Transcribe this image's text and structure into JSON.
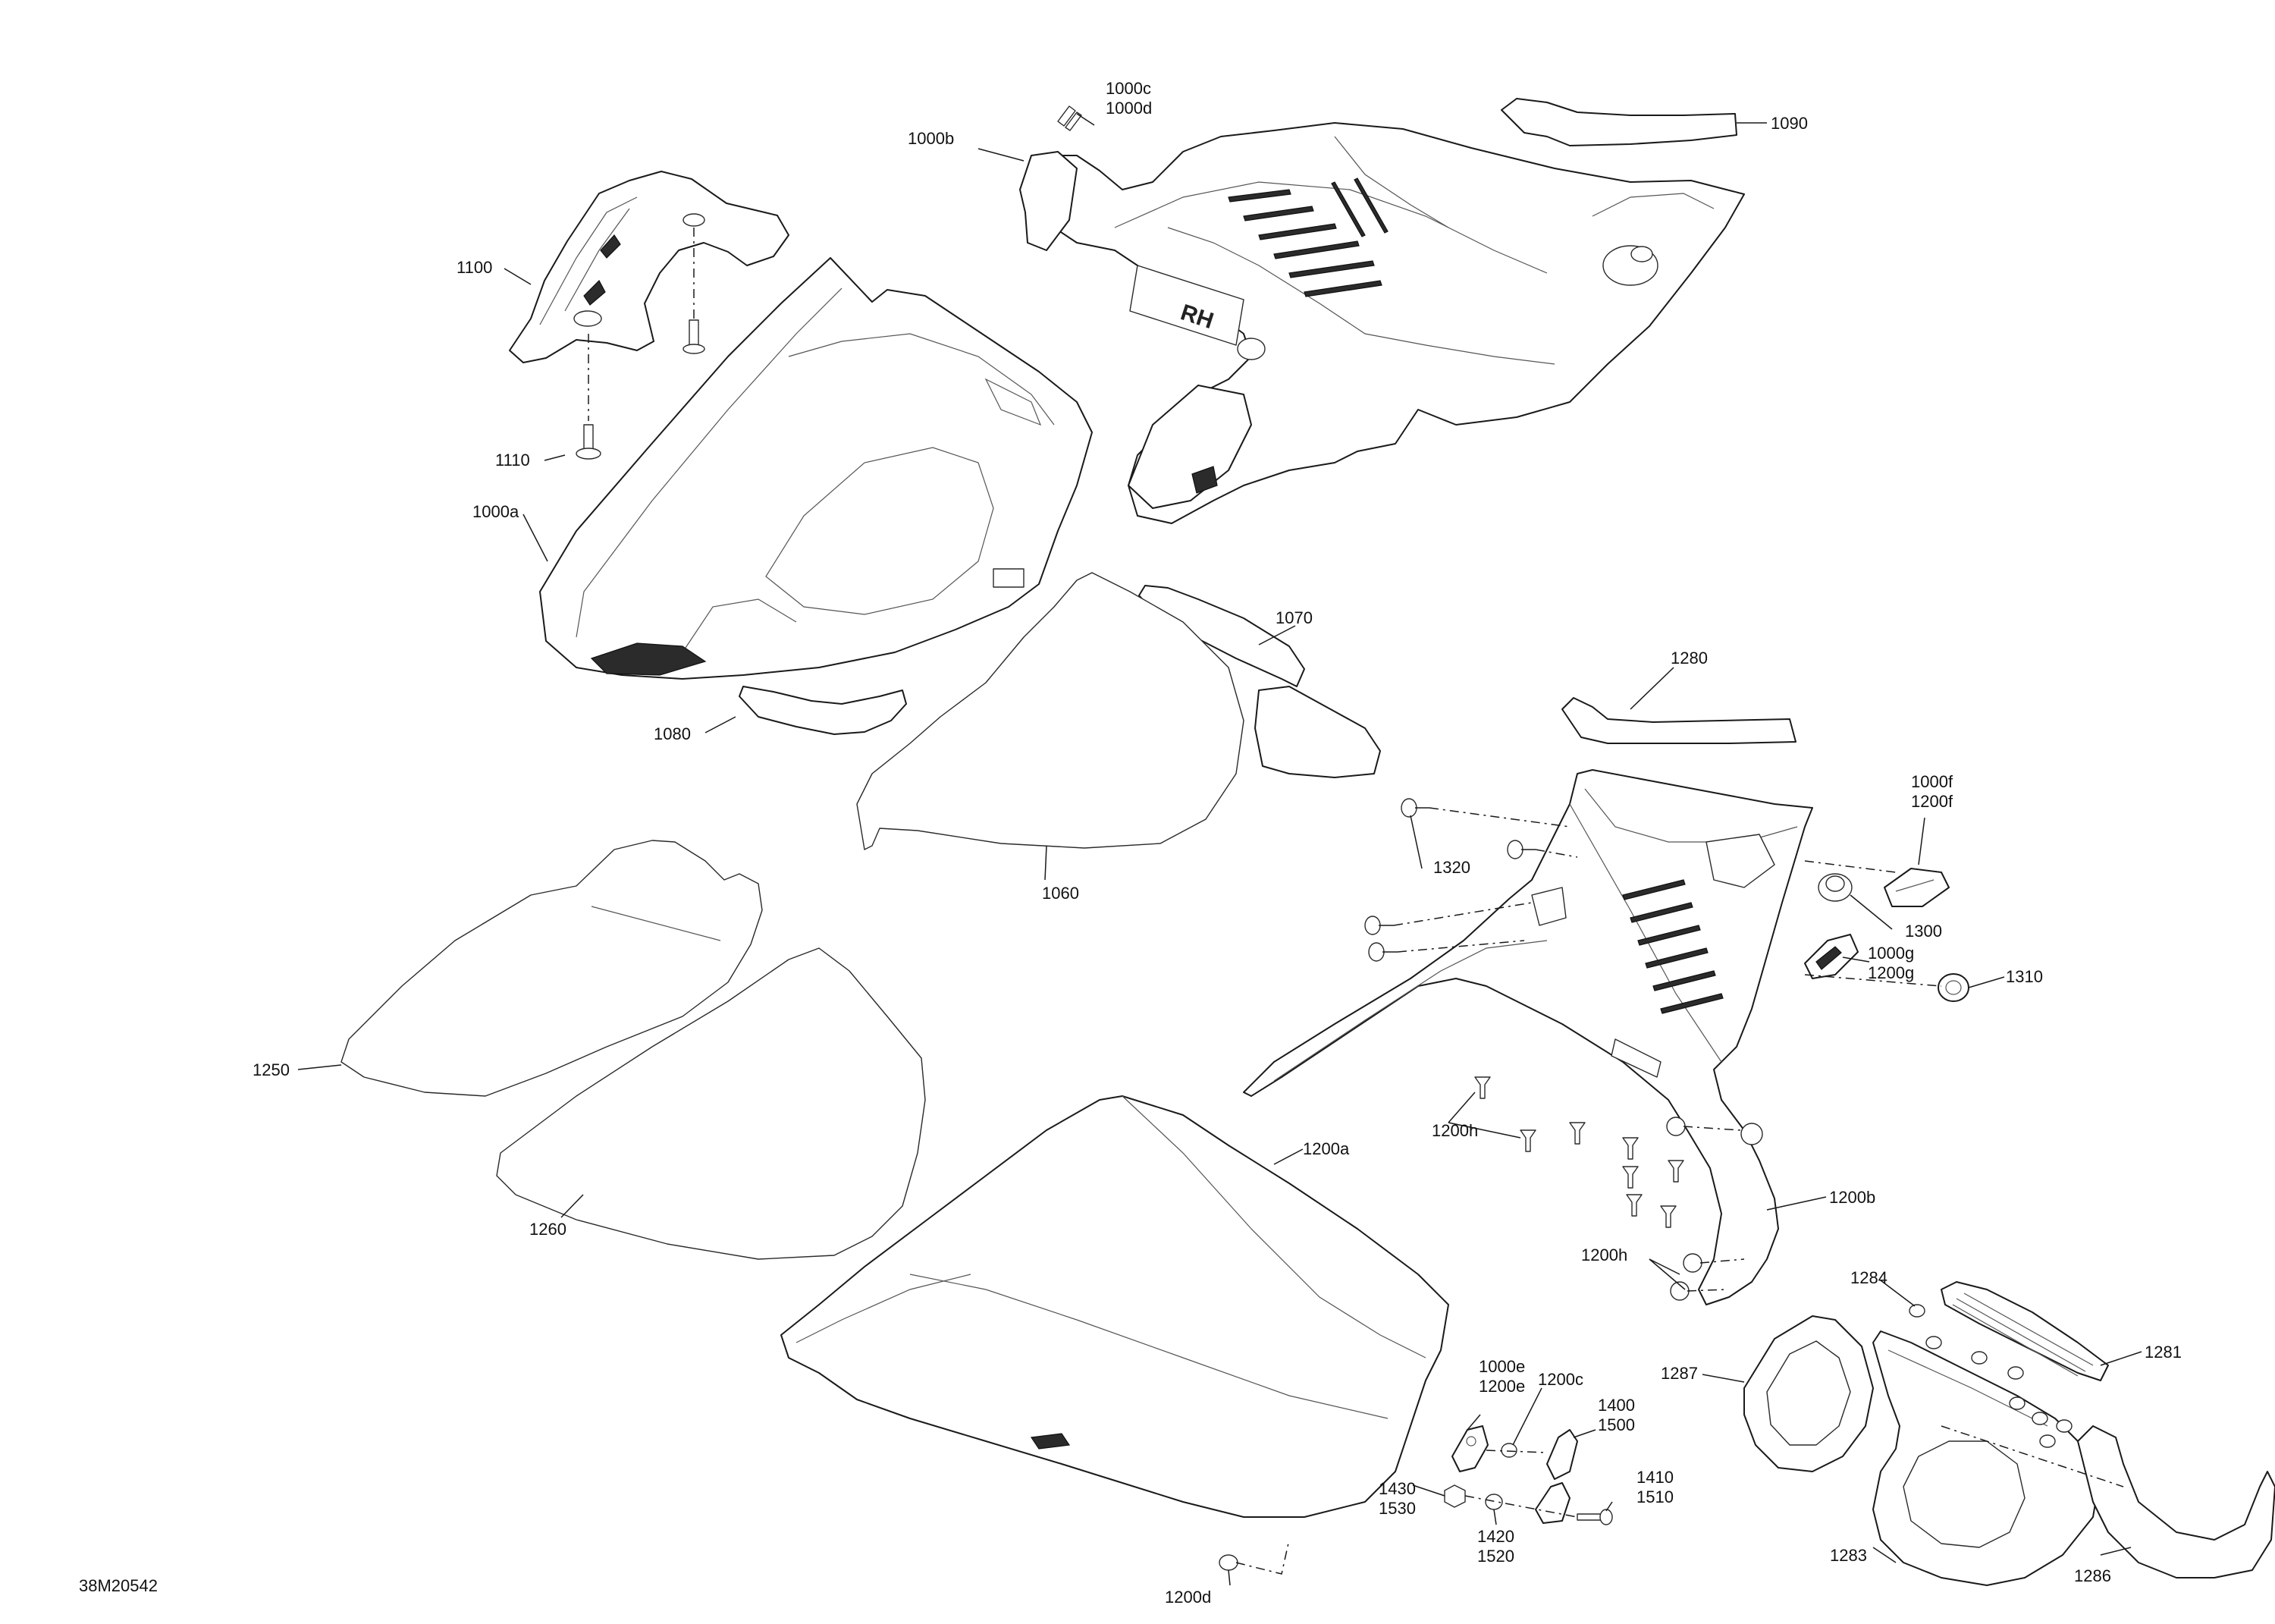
{
  "diagram_code": "38M20542",
  "side_marking": "RH",
  "callouts": {
    "c1000c": "1000c",
    "c1000d": "1000d",
    "c1000b": "1000b",
    "c1090": "1090",
    "c1100": "1100",
    "c1110": "1110",
    "c1000a": "1000a",
    "c1070": "1070",
    "c1080": "1080",
    "c1280": "1280",
    "c1060": "1060",
    "c1000f": "1000f",
    "c1200f": "1200f",
    "c1320": "1320",
    "c1300": "1300",
    "c1000g": "1000g",
    "c1200g": "1200g",
    "c1310": "1310",
    "c1250": "1250",
    "c1200h_a": "1200h",
    "c1200a": "1200a",
    "c1200b": "1200b",
    "c1260": "1260",
    "c1200h_b": "1200h",
    "c1284": "1284",
    "c1281": "1281",
    "c1287": "1287",
    "c1000e": "1000e",
    "c1200e": "1200e",
    "c1200c": "1200c",
    "c1400": "1400",
    "c1500": "1500",
    "c1410": "1410",
    "c1510": "1510",
    "c1430": "1430",
    "c1530": "1530",
    "c1420": "1420",
    "c1520": "1520",
    "c1283": "1283",
    "c1286": "1286",
    "c1200d": "1200d"
  }
}
